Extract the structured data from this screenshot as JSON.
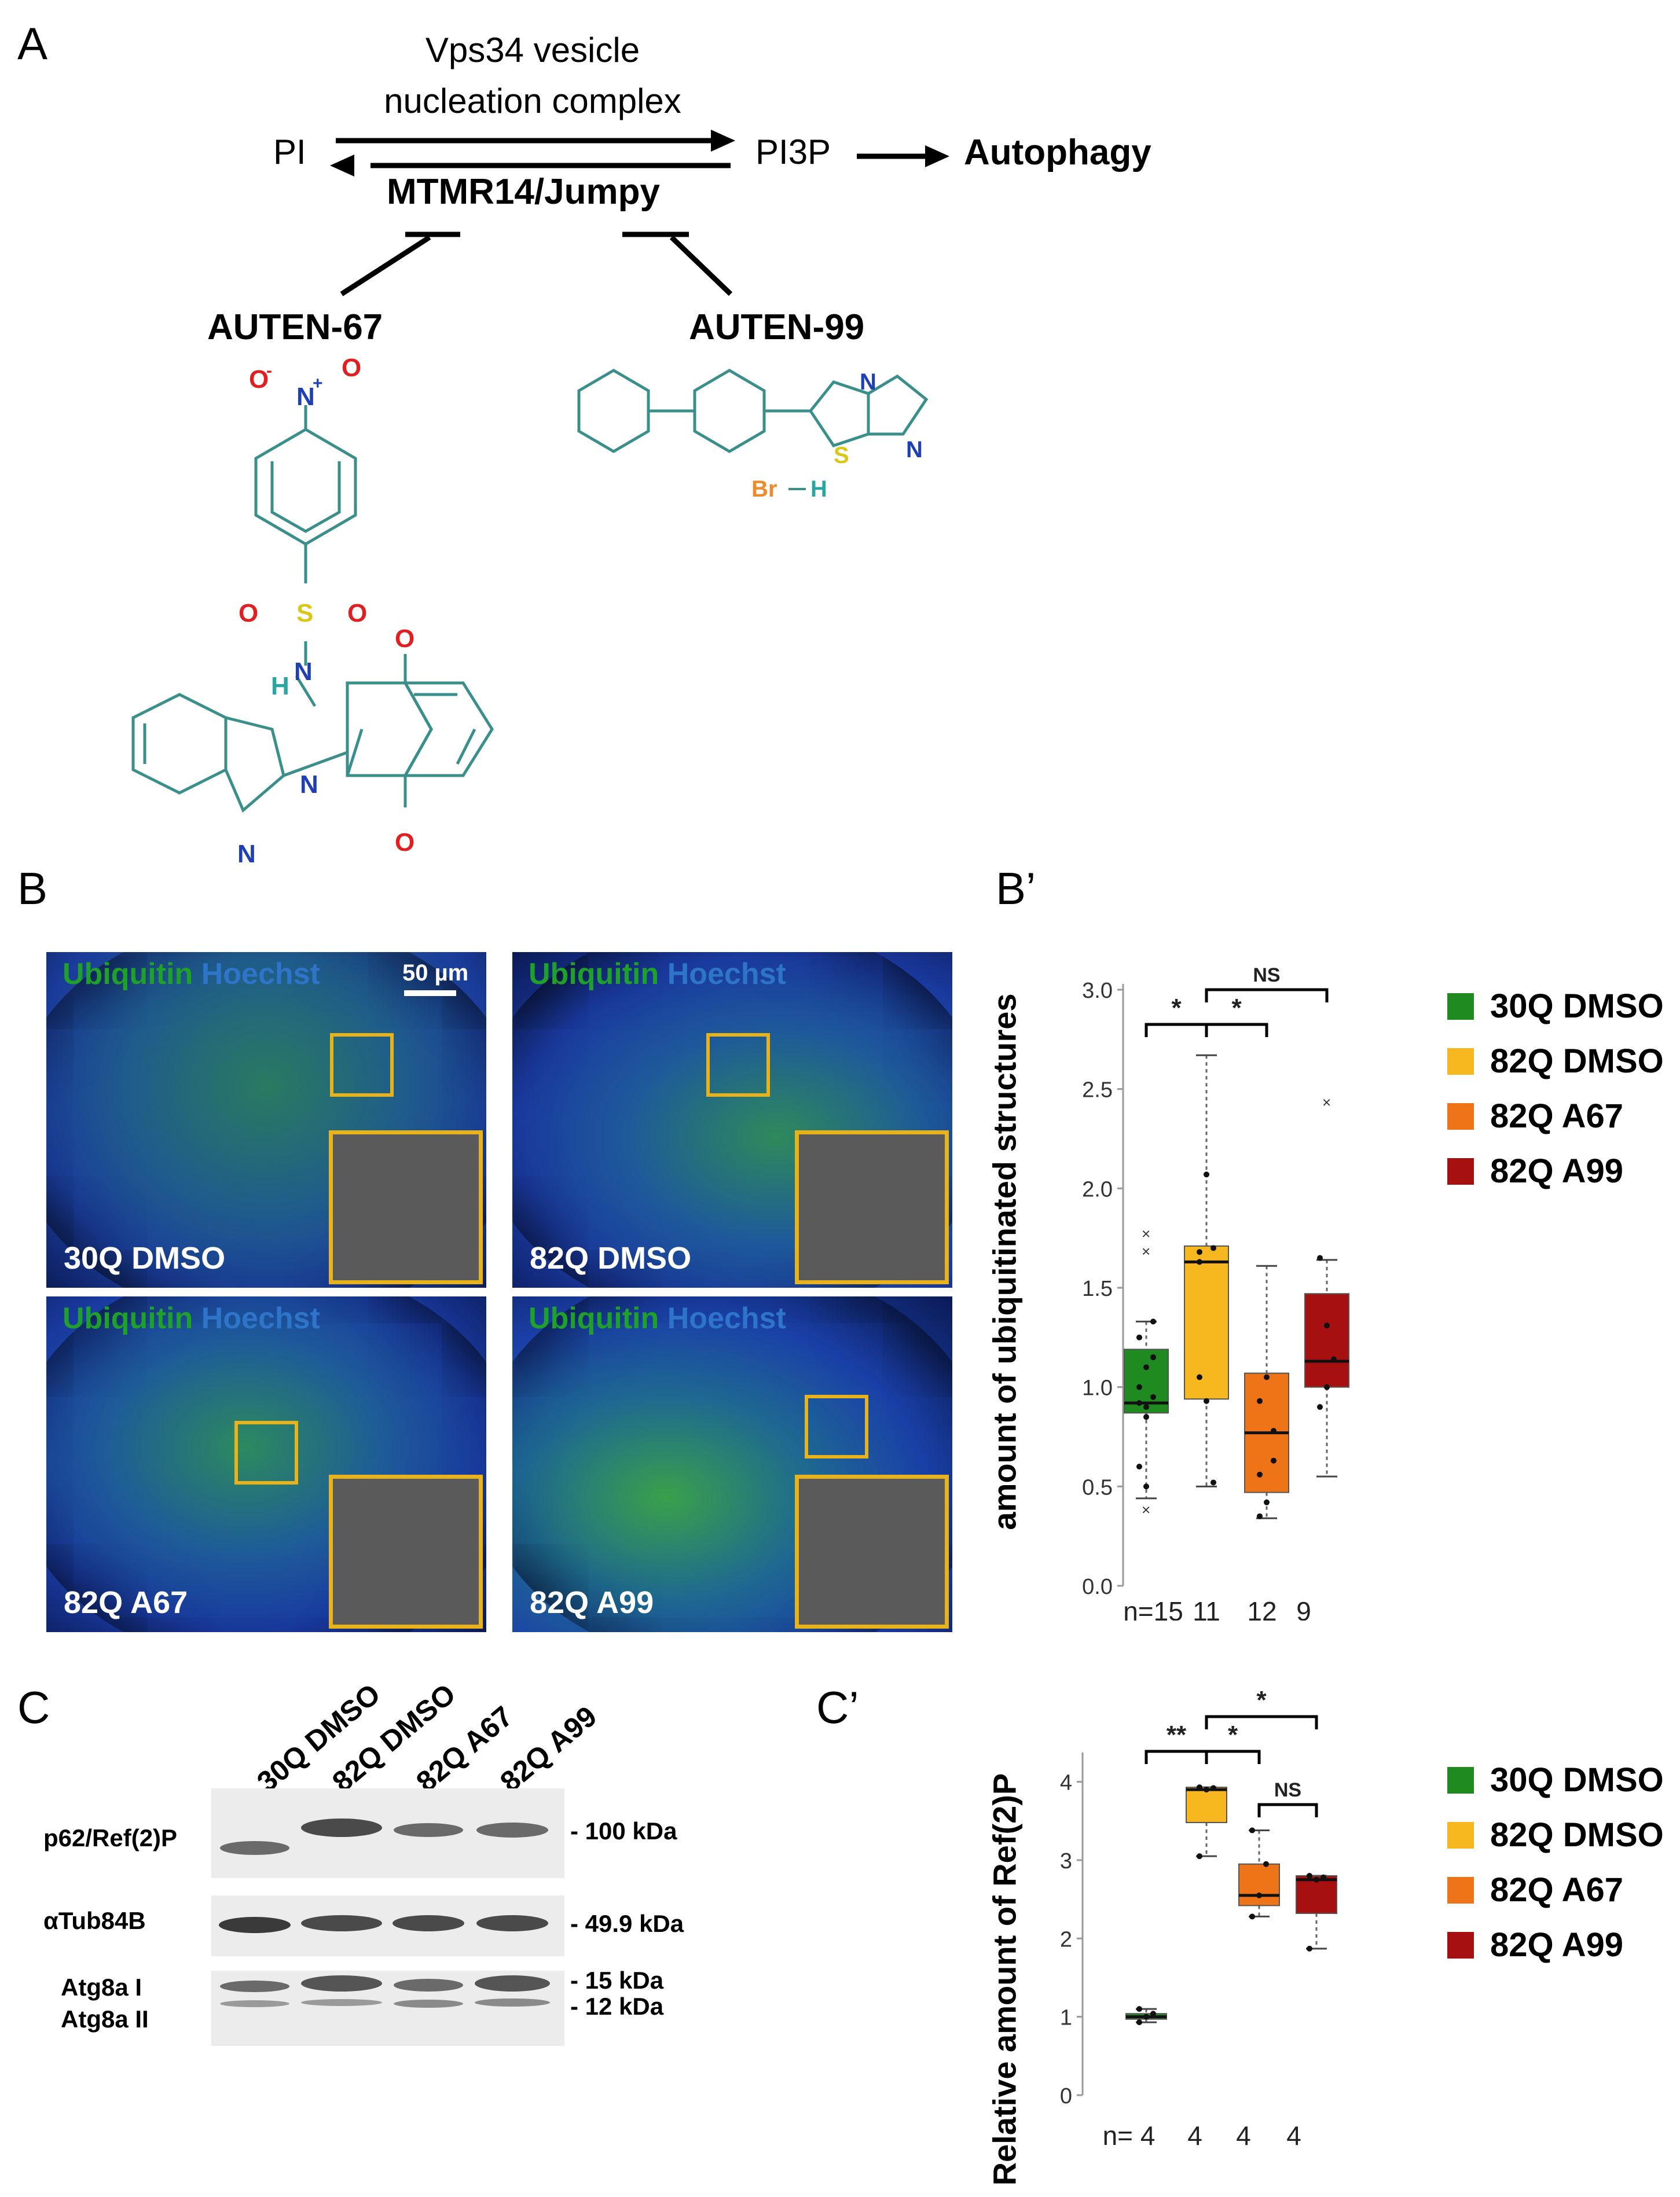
{
  "panelA": {
    "letter": "A",
    "complex_line1": "Vps34 vesicle",
    "complex_line2": "nucleation complex",
    "pi": "PI",
    "pi3p": "PI3P",
    "autophagy": "Autophagy",
    "phosphatase": "MTMR14/Jumpy",
    "auten67": "AUTEN-67",
    "auten99": "AUTEN-99",
    "atoms67": {
      "o_minus": "O",
      "charge_minus": "-",
      "n_plus": "N",
      "charge_plus": "+",
      "o1": "O",
      "s": "S",
      "o_s1": "O",
      "o_s2": "O",
      "nh_h": "H",
      "nh_n": "N",
      "o_q1": "O",
      "o_q2": "O",
      "n_imid1": "N",
      "n_imid2": "N"
    },
    "atoms99": {
      "n1": "N",
      "n2": "N",
      "s": "S",
      "br": "Br",
      "h": "H"
    }
  },
  "panelB": {
    "letter": "B",
    "channel_ub": "Ubiquitin",
    "channel_dna": "Hoechst",
    "scale": "50 µm",
    "images": [
      {
        "condition": "30Q DMSO"
      },
      {
        "condition": "82Q DMSO"
      },
      {
        "condition": "82Q A67"
      },
      {
        "condition": "82Q A99"
      }
    ]
  },
  "panelBprime": {
    "letter": "B’",
    "ylabel": "amount of ubiquitinated structures",
    "ytick_labels": [
      "0.0",
      "0.5",
      "1.0",
      "1.5",
      "2.0",
      "2.5",
      "3.0"
    ],
    "n_labels": [
      "n=15",
      "11",
      "12",
      "9"
    ],
    "sig": [
      "*",
      "*",
      "NS"
    ]
  },
  "panelC": {
    "letter": "C",
    "lanes": [
      "30Q DMSO",
      "82Q DMSO",
      "82Q A67",
      "82Q A99"
    ],
    "rows": [
      "p62/Ref(2)P",
      "αTub84B",
      "Atg8a I",
      "Atg8a II"
    ],
    "mw": [
      "- 100 kDa",
      "- 49.9 kDa",
      "- 15 kDa",
      "- 12 kDa"
    ]
  },
  "panelCprime": {
    "letter": "C’",
    "ylabel": "Relative amount of Ref(2)P",
    "ytick_labels": [
      "0",
      "1",
      "2",
      "3",
      "4"
    ],
    "n_labels": [
      "n= 4",
      "4",
      "4",
      "4"
    ],
    "sig": [
      "**",
      "*",
      "*",
      "NS"
    ]
  },
  "legend": [
    "30Q DMSO",
    "82Q DMSO",
    "82Q A67",
    "82Q A99"
  ],
  "colors": {
    "g30": "#1f8a1f",
    "y82": "#f7b81f",
    "o67": "#ef7418",
    "r99": "#a61010",
    "green_text": "#1fa02a",
    "blue_text": "#2e74c8",
    "inset_border": "#e8b21a",
    "bond": "#3a8f8a"
  },
  "chart_data": [
    {
      "type": "box",
      "title": "",
      "xlabel": "",
      "ylabel": "amount of ubiquitinated structures",
      "ylim": [
        0.0,
        3.0
      ],
      "categories": [
        "30Q DMSO",
        "82Q DMSO",
        "82Q A67",
        "82Q A99"
      ],
      "n": [
        15,
        11,
        12,
        9
      ],
      "boxes": [
        {
          "q1": 0.87,
          "median": 0.92,
          "q3": 1.19,
          "whisker_low": 0.44,
          "whisker_high": 1.33,
          "outliers": [
            0.38,
            1.68,
            1.77
          ]
        },
        {
          "q1": 0.94,
          "median": 1.63,
          "q3": 1.71,
          "whisker_low": 0.5,
          "whisker_high": 2.67,
          "outliers": []
        },
        {
          "q1": 0.47,
          "median": 0.77,
          "q3": 1.07,
          "whisker_low": 0.34,
          "whisker_high": 1.61,
          "outliers": []
        },
        {
          "q1": 1.0,
          "median": 1.13,
          "q3": 1.47,
          "whisker_low": 0.55,
          "whisker_high": 1.64,
          "outliers": [
            2.43
          ]
        }
      ],
      "points": [
        [
          1.0,
          0.9,
          0.95,
          1.25,
          0.85,
          1.15,
          0.6,
          0.5,
          1.33,
          0.92,
          1.1
        ],
        [
          1.63,
          2.07,
          1.7,
          1.05,
          0.93,
          0.52,
          1.68
        ],
        [
          0.93,
          1.05,
          0.63,
          0.56,
          0.42,
          0.78,
          0.35
        ],
        [
          1.65,
          1.31,
          1.14,
          0.9,
          1.0
        ]
      ],
      "comparisons": [
        {
          "from": "30Q DMSO",
          "to": "82Q DMSO",
          "label": "*"
        },
        {
          "from": "82Q DMSO",
          "to": "82Q A67",
          "label": "*"
        },
        {
          "from": "82Q DMSO",
          "to": "82Q A99",
          "label": "NS"
        }
      ]
    },
    {
      "type": "box",
      "title": "",
      "xlabel": "",
      "ylabel": "Relative amount of Ref(2)P",
      "ylim": [
        0,
        4.3
      ],
      "categories": [
        "30Q DMSO",
        "82Q DMSO",
        "82Q A67",
        "82Q A99"
      ],
      "n": [
        4,
        4,
        4,
        4
      ],
      "boxes": [
        {
          "q1": 0.97,
          "median": 1.0,
          "q3": 1.04,
          "whisker_low": 0.93,
          "whisker_high": 1.1
        },
        {
          "q1": 3.48,
          "median": 3.9,
          "q3": 3.93,
          "whisker_low": 3.05,
          "whisker_high": 3.93
        },
        {
          "q1": 2.42,
          "median": 2.55,
          "q3": 2.95,
          "whisker_low": 2.28,
          "whisker_high": 3.38
        },
        {
          "q1": 2.32,
          "median": 2.75,
          "q3": 2.8,
          "whisker_low": 1.87,
          "whisker_high": 2.8
        }
      ],
      "points": [
        [
          0.93,
          1.0,
          1.04,
          1.1
        ],
        [
          3.05,
          3.9,
          3.92,
          3.93
        ],
        [
          2.28,
          2.55,
          2.95,
          3.38
        ],
        [
          1.87,
          2.75,
          2.78,
          2.8
        ]
      ],
      "comparisons": [
        {
          "from": "30Q DMSO",
          "to": "82Q DMSO",
          "label": "**"
        },
        {
          "from": "82Q DMSO",
          "to": "82Q A67",
          "label": "*"
        },
        {
          "from": "82Q DMSO",
          "to": "82Q A99",
          "label": "*"
        },
        {
          "from": "82Q A67",
          "to": "82Q A99",
          "label": "NS"
        }
      ]
    }
  ]
}
